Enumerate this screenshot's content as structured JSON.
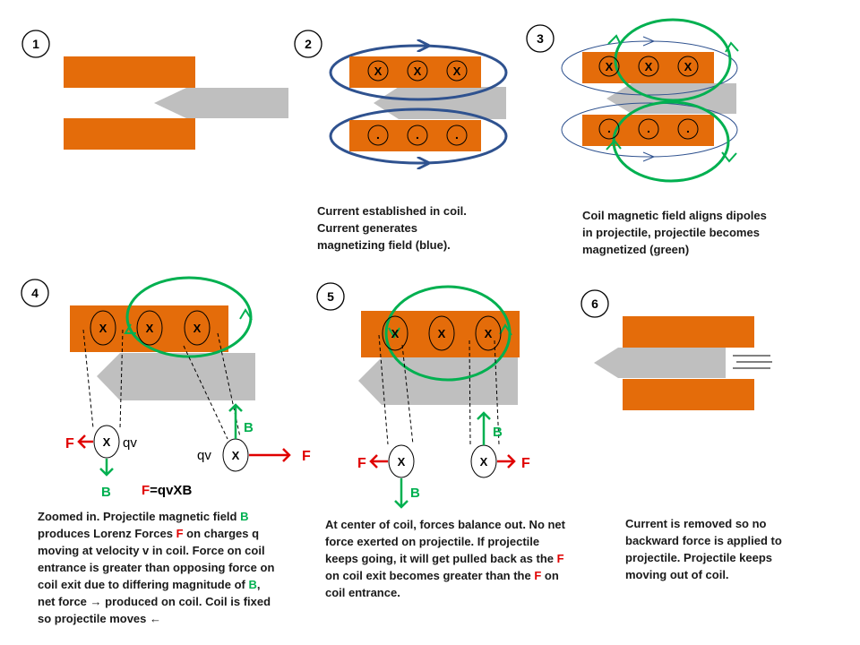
{
  "steps": [
    "1",
    "2",
    "3",
    "4",
    "5",
    "6"
  ],
  "symbols": {
    "into": "X",
    "out": "."
  },
  "colors": {
    "coil": "#e46c0a",
    "projectile": "#bfbfbf",
    "magnetizing_field": "#2f528f",
    "projectile_field": "#00b050",
    "force": "#e00000"
  },
  "labels": {
    "force": "F",
    "field": "B",
    "qv": "qv",
    "formula_f": "F",
    "formula_eq": "=qvXB",
    "formula_v": "v",
    "formula_b": "B"
  },
  "captions": {
    "p2": {
      "line1": "Current established in coil.",
      "line2": "Current generates",
      "line3": "magnetizing field (blue)."
    },
    "p3": {
      "line1": "Coil magnetic field aligns dipoles",
      "line2": "in projectile, projectile becomes",
      "line3": "magnetized (green)"
    },
    "p4": {
      "l1_a": "Zoomed in.  Projectile magnetic field ",
      "l1_b": "B",
      "l2_a": "produces Lorenz Forces ",
      "l2_b": "F",
      "l2_c": " on charges q",
      "l3": "moving at velocity v in coil.   Force on  coil",
      "l4": "entrance is greater than opposing force on",
      "l5_a": "coil exit due to differing magnitude of ",
      "l5_b": "B",
      "l5_c": ",",
      "l6": "net force → produced on coil.  Coil is fixed",
      "l7": "so projectile moves ←"
    },
    "p5": {
      "l1": "At center of coil, forces balance out.  No net",
      "l2": "force exerted on projectile.  If projectile",
      "l3_a": "keeps going, it will get pulled back as the ",
      "l3_b": "F",
      "l4_a": "on coil exit becomes greater than the ",
      "l4_b": "F",
      "l4_c": " on",
      "l5": "coil entrance."
    },
    "p6": {
      "l1": "Current is removed so no",
      "l2": "backward force is applied to",
      "l3": "projectile.  Projectile keeps",
      "l4": "moving out of coil."
    }
  }
}
